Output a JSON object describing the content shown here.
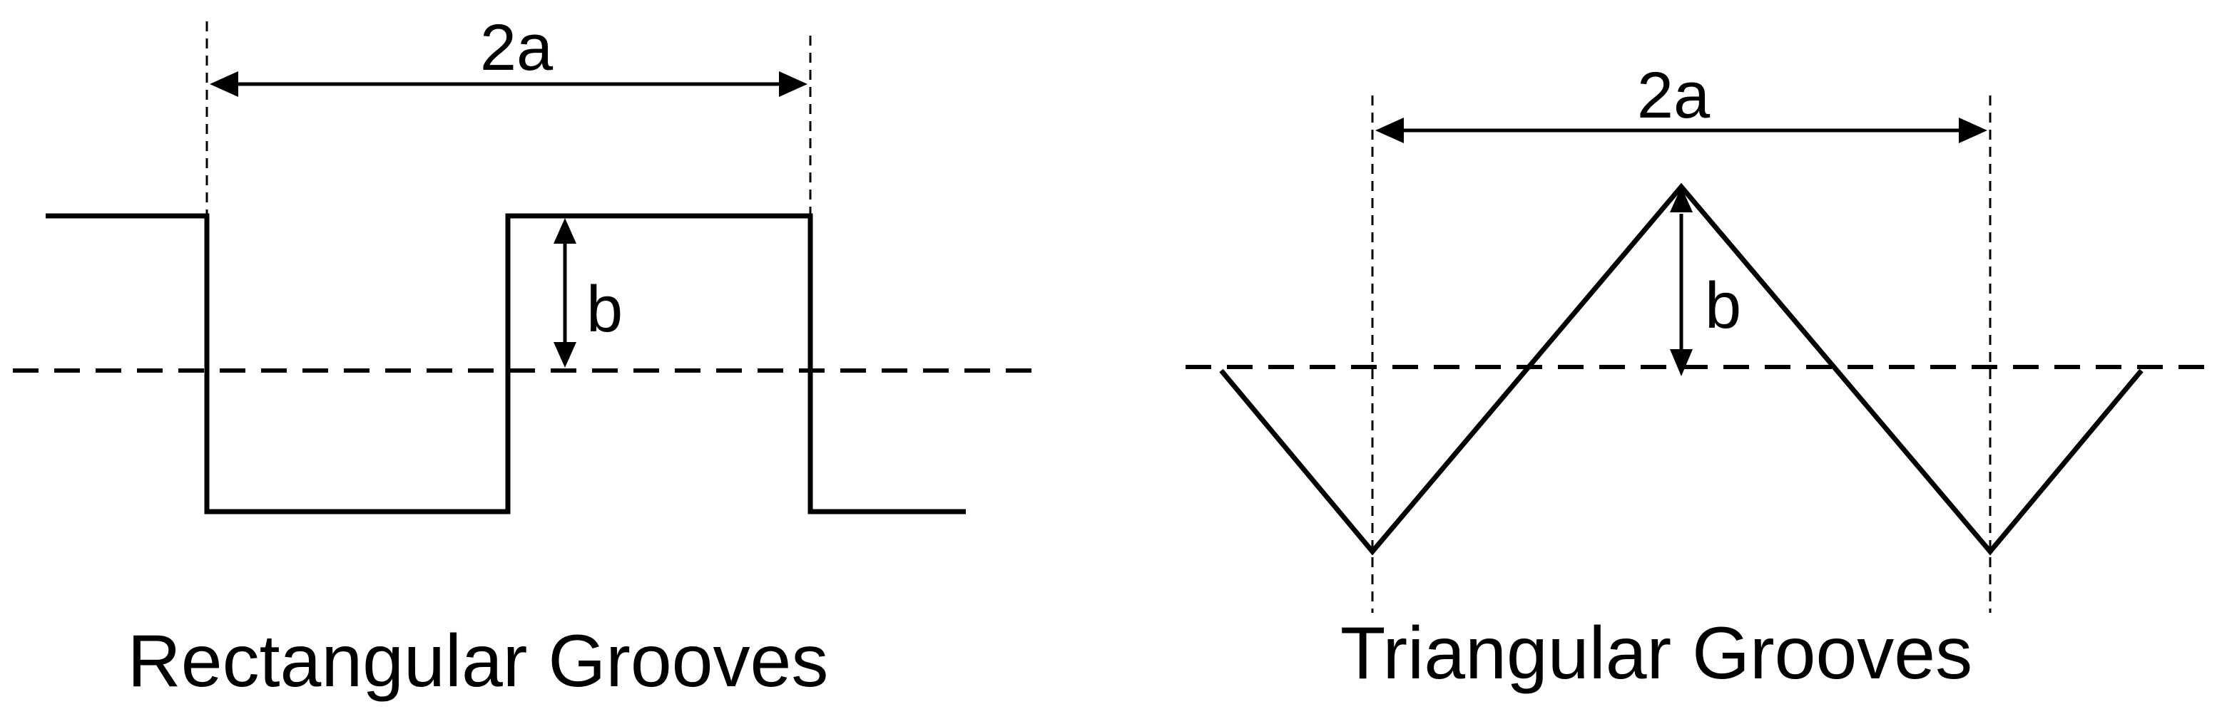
{
  "panels": [
    {
      "caption": "Rectangular Grooves",
      "period_label": "2a",
      "depth_label": "b"
    },
    {
      "caption": "Triangular Grooves",
      "period_label": "2a",
      "depth_label": "b"
    }
  ]
}
